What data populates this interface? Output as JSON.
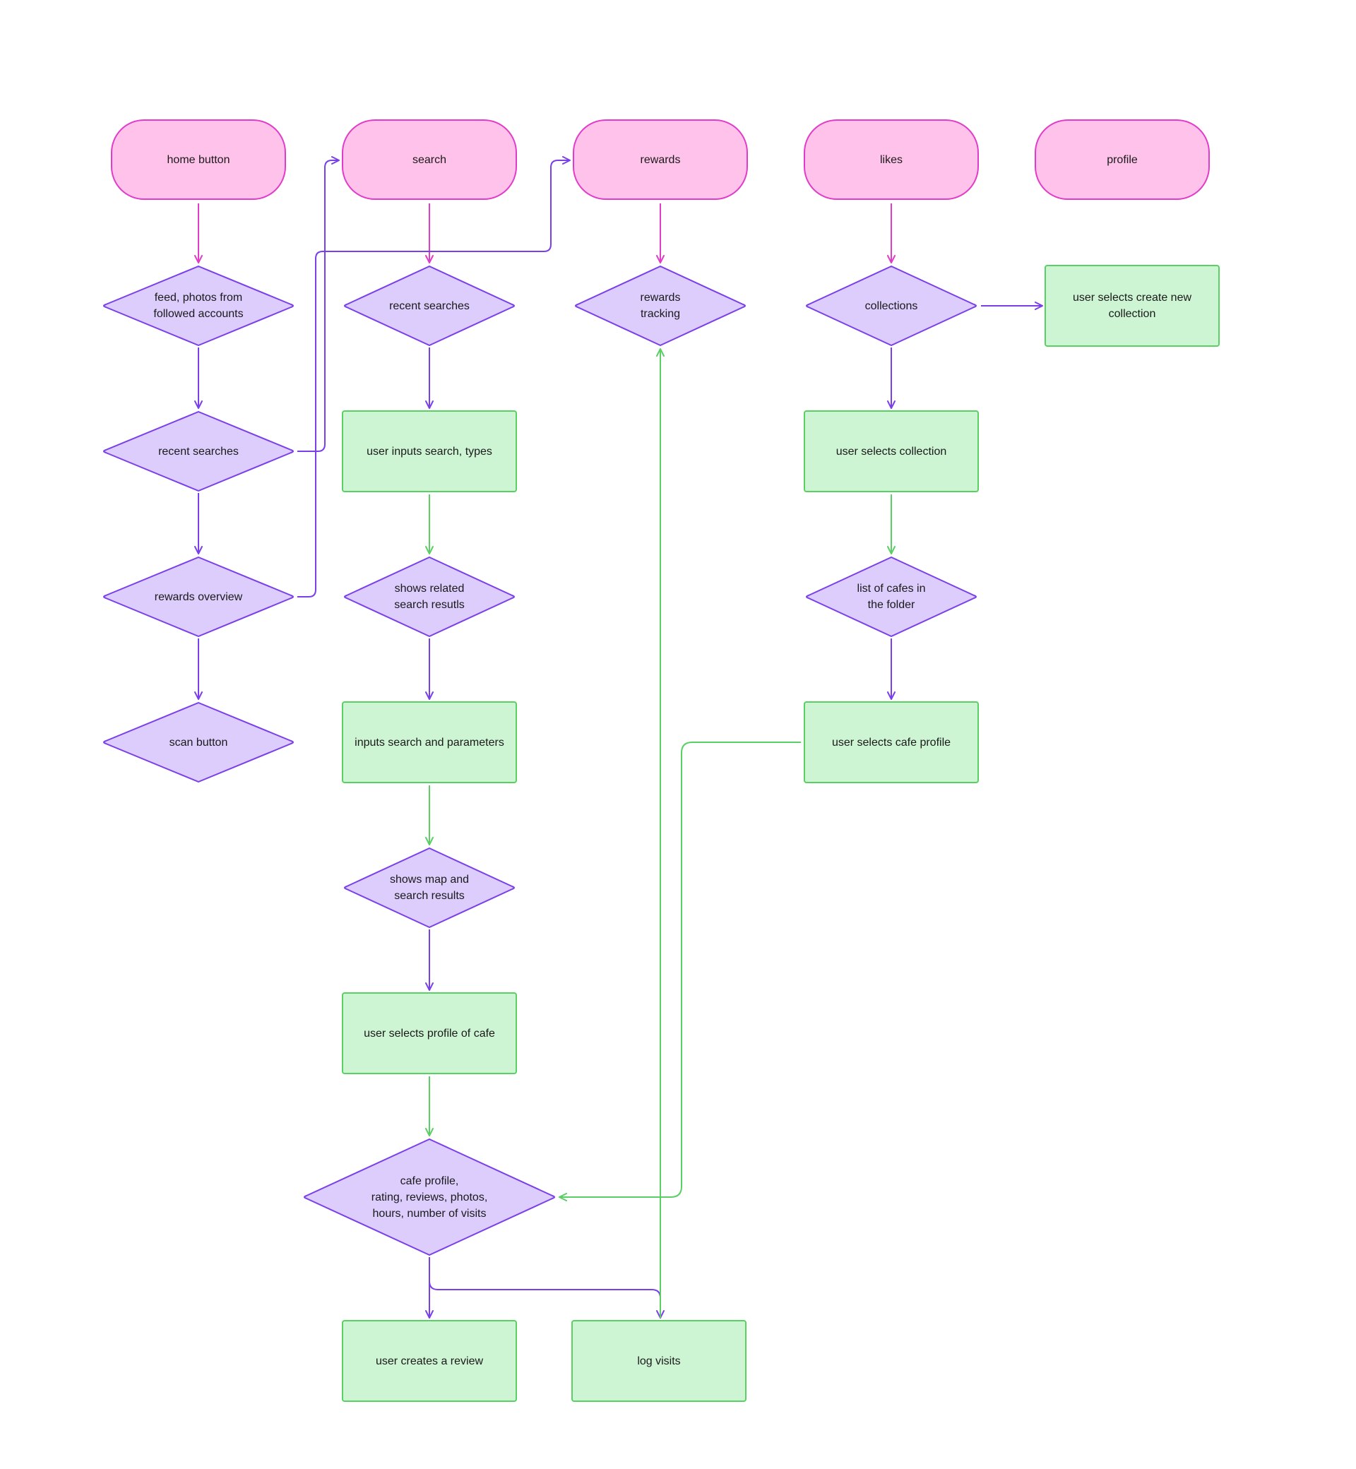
{
  "colors": {
    "pink_fill": "#FFC2EA",
    "pink_stroke": "#E13CC7",
    "purple_fill": "#DCCDFC",
    "purple_stroke": "#7B3FEA",
    "green_fill": "#CDF5D3",
    "green_stroke": "#5ACF63"
  },
  "nodes": {
    "home_button": "home button",
    "search": "search",
    "rewards": "rewards",
    "likes": "likes",
    "profile": "profile",
    "feed": "feed, photos from\nfollowed accounts",
    "recent_searches_home": "recent searches",
    "rewards_overview": "rewards overview",
    "scan_button": "scan button",
    "recent_searches": "recent searches",
    "user_inputs_search": "user inputs search, types",
    "shows_related": "shows related\nsearch resutls",
    "inputs_search_params": "inputs search and parameters",
    "shows_map": "shows map and\nsearch results",
    "user_selects_profile": "user selects profile of cafe",
    "cafe_profile": "cafe profile,\nrating, reviews, photos,\nhours, number of visits",
    "user_creates_review": "user creates a review",
    "log_visits": "log visits",
    "rewards_tracking": "rewards\ntracking",
    "collections": "collections",
    "create_new_collection": "user selects create new\ncollection",
    "user_selects_collection": "user selects collection",
    "list_of_cafes": "list of cafes in\nthe folder",
    "user_selects_cafe_profile": "user selects cafe profile"
  }
}
